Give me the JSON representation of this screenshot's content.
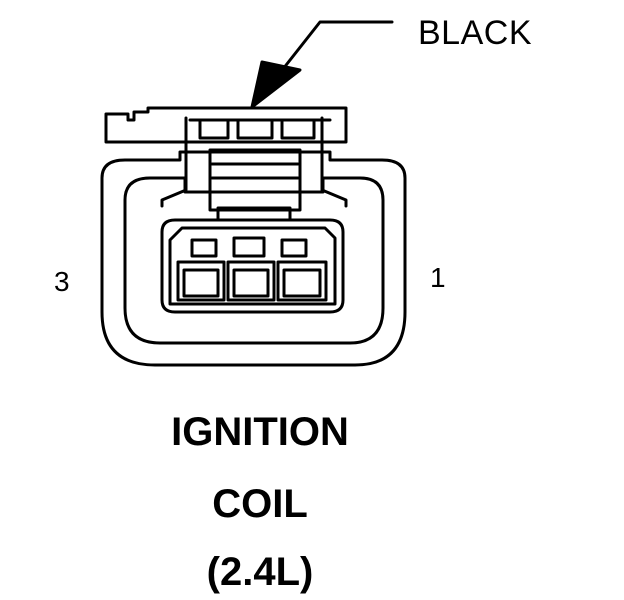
{
  "connector_color": "BLACK",
  "pins": {
    "left_number": "3",
    "right_number": "1"
  },
  "title": {
    "line1": "IGNITION",
    "line2": "COIL",
    "line3": "(2.4L)"
  },
  "colors": {
    "line": "#000000",
    "background": "#ffffff"
  }
}
